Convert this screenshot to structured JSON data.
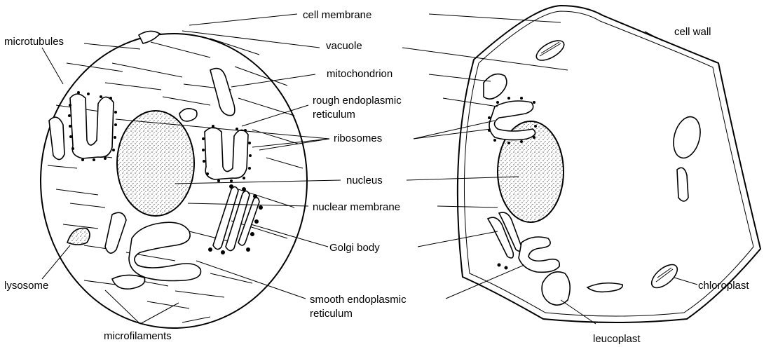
{
  "labels": {
    "cell_membrane": "cell membrane",
    "cell_wall": "cell wall",
    "microtubules": "microtubules",
    "vacuole": "vacuole",
    "mitochondrion": "mitochondrion",
    "rough_er_line1": "rough endoplasmic",
    "rough_er_line2": "reticulum",
    "ribosomes": "ribosomes",
    "nucleus": "nucleus",
    "nuclear_membrane": "nuclear membrane",
    "golgi_body": "Golgi body",
    "lysosome": "lysosome",
    "chloroplast": "chloroplast",
    "smooth_er_line1": "smooth endoplasmic",
    "smooth_er_line2": "reticulum",
    "microfilaments": "microfilaments",
    "leucoplast": "leucoplast"
  },
  "colors": {
    "ink": "#000000",
    "paper": "#ffffff"
  }
}
